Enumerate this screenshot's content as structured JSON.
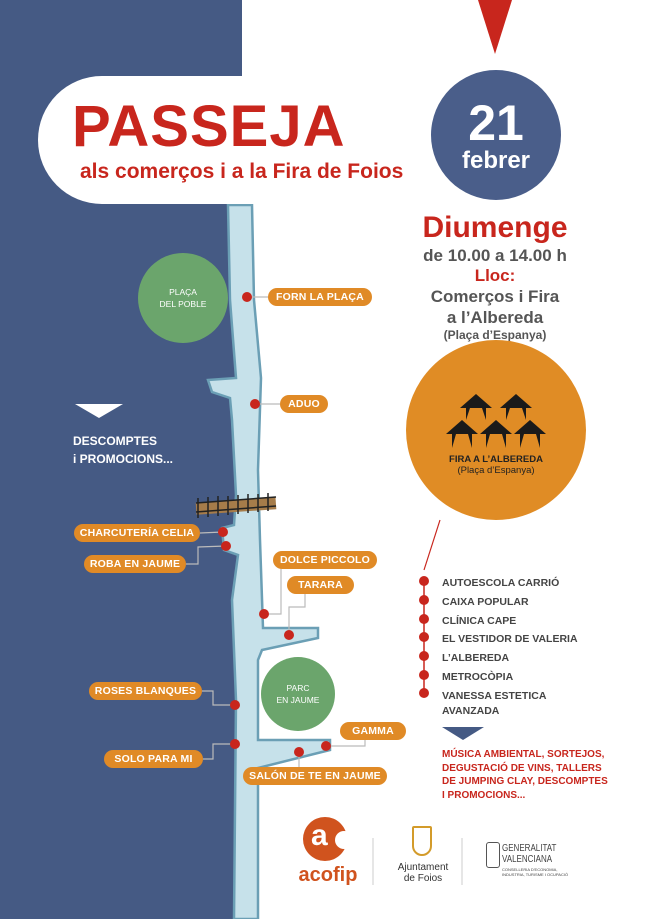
{
  "header": {
    "title": "PASSEJA",
    "subtitle": "als comerços i a la Fira de Foios"
  },
  "date": {
    "day": "21",
    "month": "febrer"
  },
  "info": {
    "weekday": "Diumenge",
    "hours": "de 10.00 a 14.00 h",
    "place_label": "Lloc:",
    "place_line1": "Comerços i Fira",
    "place_line2": "a l’Albereda",
    "place_sub": "(Plaça d’Espanya)"
  },
  "fair": {
    "title": "FIRA A L’ALBEREDA",
    "subtitle": "(Plaça d’Espanya)",
    "icon": "houses-icon"
  },
  "places": {
    "placa_line1": "PLAÇA",
    "placa_line2": "DEL POBLE",
    "parc_line1": "PARC",
    "parc_line2": "EN JAUME"
  },
  "promo": {
    "line1": "DESCOMPTES",
    "line2": "i PROMOCIONS..."
  },
  "shops": {
    "forn": "FORN LA PLAÇA",
    "aduo": "ADUO",
    "charcuteria": "CHARCUTERÍA CELIA",
    "roba": "ROBA EN JAUME",
    "dolce": "DOLCE PICCOLO",
    "tarara": "TARARA",
    "roses": "ROSES BLANQUES",
    "solo": "SOLO PARA MI",
    "gamma": "GAMMA",
    "salon": "SALÓN DE TE EN JAUME"
  },
  "fair_shops": [
    "AUTOESCOLA CARRIÓ",
    "CAIXA POPULAR",
    "CLÍNICA CAPE",
    "EL VESTIDOR DE VALERIA",
    "L’ALBEREDA",
    "METROCÒPIA",
    "VANESSA ESTETICA",
    "AVANZADA"
  ],
  "events": [
    "MÚSICA AMBIENTAL, SORTEJOS,",
    "DEGUSTACIÓ DE VINS, TALLERS",
    "DE JUMPING CLAY, DESCOMPTES",
    "I PROMOCIONS..."
  ],
  "logos": {
    "acofip": "acofip",
    "ajuntament_line1": "Ajuntament",
    "ajuntament_line2": "de Foios",
    "gv_line1": "GENERALITAT",
    "gv_line2": "VALENCIANA",
    "gv_line3": "CONSELLERIA D'ECONOMIA,",
    "gv_line4": "INDUSTRIA, TURISME I OCUPACIÓ"
  },
  "colors": {
    "blue": "#455a84",
    "red": "#c8261d",
    "orange": "#e08a26",
    "green": "#6ba56c",
    "street": "#c6e1ea"
  }
}
